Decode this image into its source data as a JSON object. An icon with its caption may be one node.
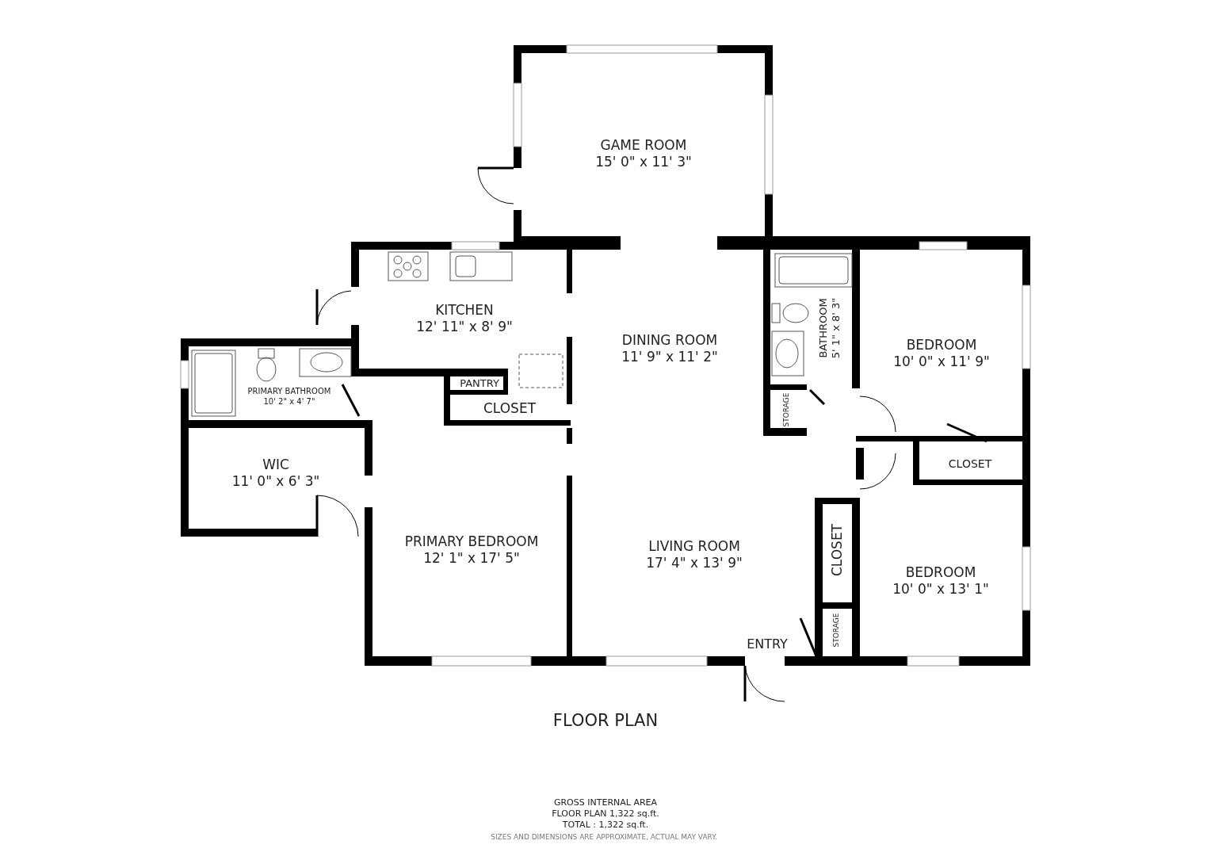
{
  "diagram": {
    "title": "FLOOR PLAN",
    "nodes": [
      {
        "text": [
          "GAME ROOM",
          "15' 0\" x 11' 3\""
        ]
      },
      {
        "text": [
          "KITCHEN",
          "12' 11\" x 8' 9\""
        ]
      },
      {
        "text": [
          "BATHROOM",
          "5' 1\" x 8' 3\""
        ]
      },
      {
        "text": [
          "DINING ROOM",
          "11' 9\" x 11' 2\""
        ]
      },
      {
        "text": [
          "BEDROOM",
          "10' 0\" x 11' 9\""
        ]
      },
      {
        "text": [
          "PANTRY"
        ]
      },
      {
        "text": [
          "PRIMARY BATHROOM",
          "10' 2\" x 4' 7\""
        ]
      },
      {
        "text": [
          "STORAGE"
        ]
      },
      {
        "text": [
          "CLOSET"
        ]
      },
      {
        "text": [
          "CLOSET"
        ]
      },
      {
        "text": [
          "WIC",
          "11' 0\" x 6' 3\""
        ]
      },
      {
        "text": [
          "PRIMARY BEDROOM",
          "12' 1\" x 17' 5\""
        ]
      },
      {
        "text": [
          "LIVING ROOM",
          "17' 4\" x 13' 9\""
        ]
      },
      {
        "text": [
          "CLOSET"
        ]
      },
      {
        "text": [
          "BEDROOM",
          "10' 0\" x 13' 1\""
        ]
      },
      {
        "text": [
          "STORAGE"
        ]
      }
    ],
    "labels": [
      "ENTRY",
      "GROSS INTERNAL AREA",
      "FLOOR PLAN 1,322 sq.ft.",
      "TOTAL :  1,322 sq.ft.",
      "SIZES AND DIMENSIONS ARE APPROXIMATE, ACTUAL MAY VARY."
    ]
  }
}
